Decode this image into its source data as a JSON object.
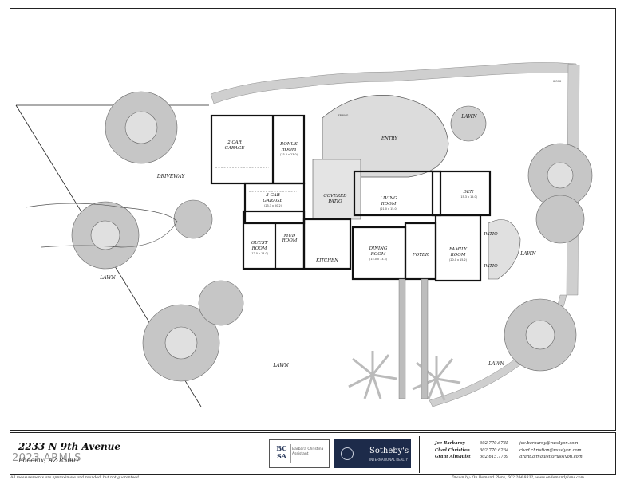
{
  "plan": {
    "labels": {
      "garage_2car_a": "2 CAR",
      "garage_2car_b": "GARAGE",
      "bonus_room_a": "BONUS",
      "bonus_room_b": "ROOM",
      "bonus_dim": "(23.3 x 23.0)",
      "garage_3car_a": "3 CAR",
      "garage_3car_b": "GARAGE",
      "garage_3_dim": "(23.3 x 20.2)",
      "driveway": "DRIVEWAY",
      "entry": "ENTRY",
      "covered_patio_a": "COVERED",
      "covered_patio_b": "PATIO",
      "living_room_a": "LIVING",
      "living_room_b": "ROOM",
      "living_dim": "(21.0 x 15.0)",
      "den": "DEN",
      "den_dim": "(15.3 x 15.0)",
      "guest_room_a": "GUEST",
      "guest_room_b": "ROOM",
      "guest_dim": "(12.0 x 14.0)",
      "mud_room_a": "MUD",
      "mud_room_b": "ROOM",
      "kitchen": "KITCHEN",
      "dining_room_a": "DINING",
      "dining_room_b": "ROOM",
      "dining_dim": "(15.0 x 13.3)",
      "foyer": "FOYER",
      "family_room_a": "FAMILY",
      "family_room_b": "ROOM",
      "family_dim": "(20.0 x 15.2)",
      "patio_top": "PATIO",
      "patio_bottom": "PATIO",
      "lawn_top": "LAWN",
      "lawn_right": "LAWN",
      "lawn_left": "LAWN",
      "lawn_bottom_mid": "LAWN",
      "lawn_bottom_right": "LAWN",
      "kiosk": "KIOSK",
      "spring": "SPRING"
    }
  },
  "titleblock": {
    "address": "2233 N 9th Avenue",
    "city": "Phoenix, AZ 85007",
    "watermark": "2023 ARMLS",
    "logo_mark": "BC SA",
    "logo_text": "Barbara Christina Assistant",
    "brand_name": "Sotheby's",
    "brand_sub": "INTERNATIONAL REALTY",
    "contacts": [
      {
        "name": "Joe Barbaroy",
        "phone": "602.770.6735",
        "email": "joe.barbaroy@russlyon.com"
      },
      {
        "name": "Chad Christian",
        "phone": "602.770.6264",
        "email": "chad.christian@russlyon.com"
      },
      {
        "name": "Grant Almquist",
        "phone": "602.615.7789",
        "email": "grant.almquist@russlyon.com"
      }
    ]
  },
  "footer": {
    "disclaimer": "All measurements are approximate and rounded, but not guaranteed",
    "credit": "Drawn by: On Demand Plans, 602.284.8832, www.ondemandplans.com"
  },
  "colors": {
    "ink": "#111111",
    "paving": "#d9d9d9",
    "foliage": "#bdbdbd",
    "brand_navy": "#1d2b4a"
  }
}
